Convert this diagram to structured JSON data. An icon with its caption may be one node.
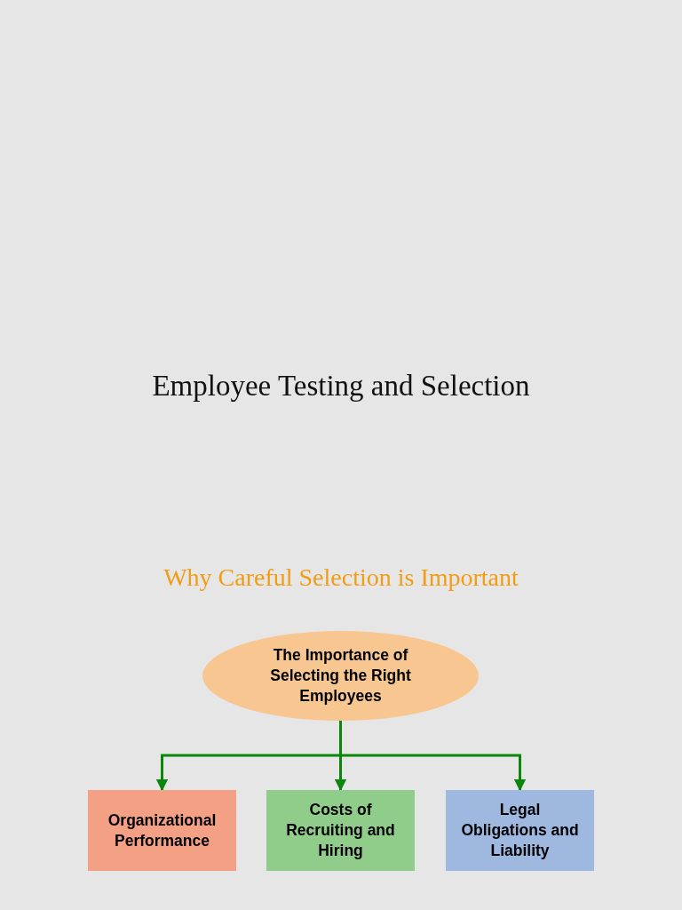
{
  "diagram": {
    "title": "Employee Testing and Selection",
    "nodes": [
      {
        "text": [
          "The Importance of Selecting the Right Employees"
        ]
      },
      {
        "text": [
          "Organizational Performance"
        ]
      },
      {
        "text": [
          "Costs of Recruiting and Hiring"
        ]
      },
      {
        "text": [
          "Legal Obligations and Liability"
        ]
      }
    ],
    "edges": [
      {
        "from": 0,
        "to": 1,
        "arrow": "to"
      },
      {
        "from": 0,
        "to": 2,
        "arrow": "to"
      },
      {
        "from": 0,
        "to": 3,
        "arrow": "to"
      }
    ],
    "labels": [
      "Why Careful Selection is Important"
    ]
  }
}
